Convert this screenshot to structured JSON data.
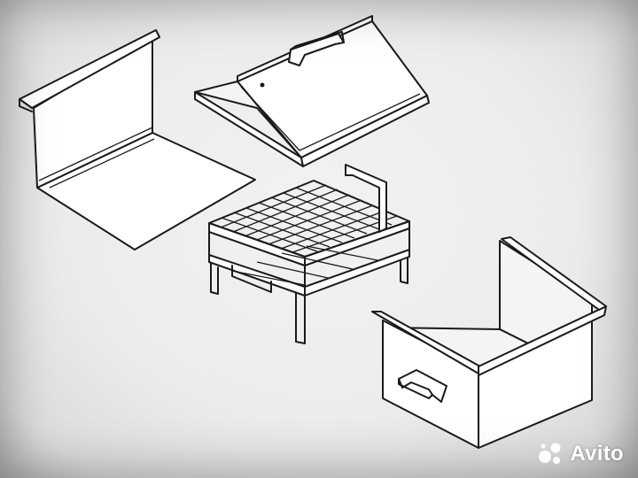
{
  "watermark": {
    "brand": "Avito",
    "logo_icon": "avito-dots-logo-icon",
    "color": "#ffffff"
  },
  "diagram": {
    "parts": [
      "l-shaped-side-panel",
      "hipped-lid-with-handle",
      "wire-basket-rack",
      "u-shaped-tray-with-handle"
    ],
    "line_color": "#1a1a1a",
    "background_color": "#eeeeee"
  }
}
